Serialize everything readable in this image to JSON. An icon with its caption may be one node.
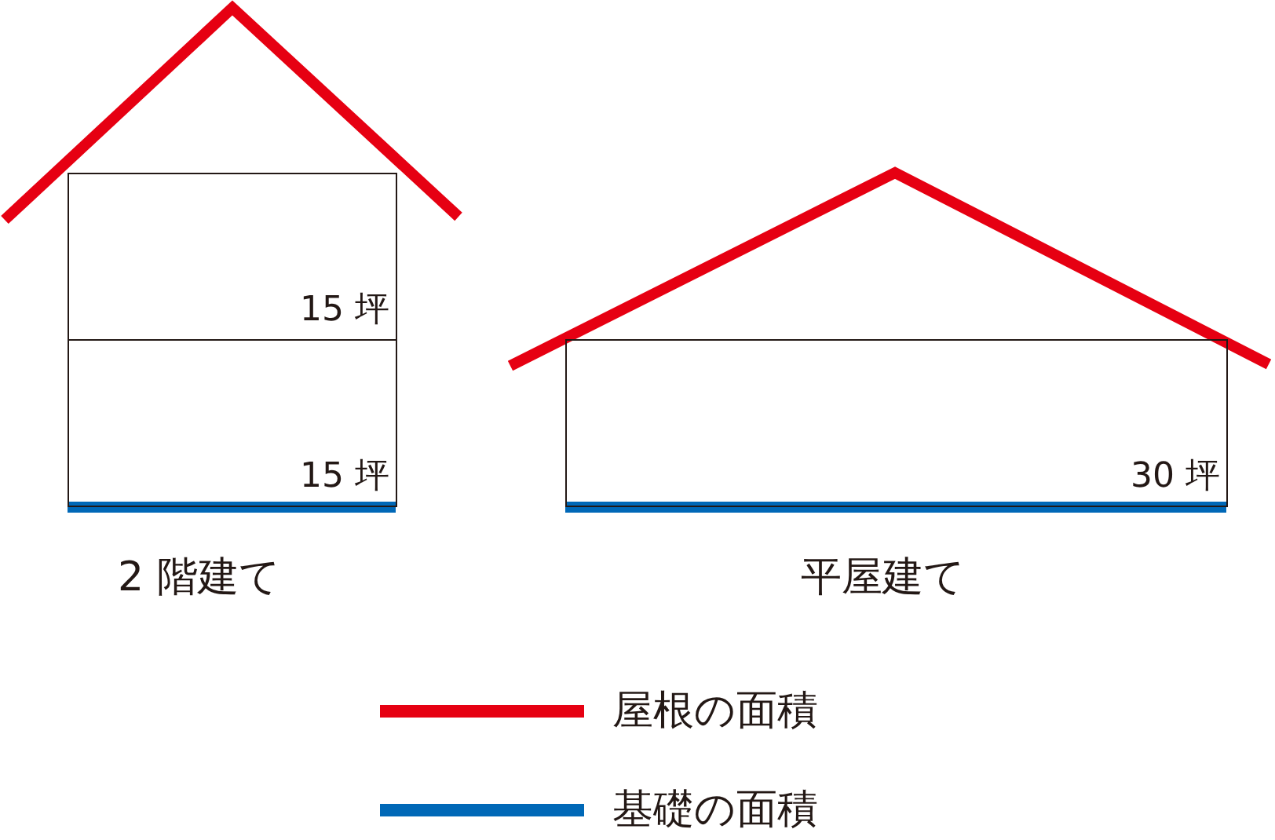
{
  "diagram": {
    "nodes": [
      {
        "text": [
          "15 坪"
        ]
      },
      {
        "text": [
          "15 坪"
        ]
      },
      {
        "text": [
          "30 坪"
        ]
      }
    ],
    "labels": [
      "2 階建て",
      "平屋建て"
    ],
    "legend": [
      {
        "text": "屋根の面積",
        "color": "#e60012"
      },
      {
        "text": "基礎の面積",
        "color": "#0068b7"
      }
    ]
  }
}
